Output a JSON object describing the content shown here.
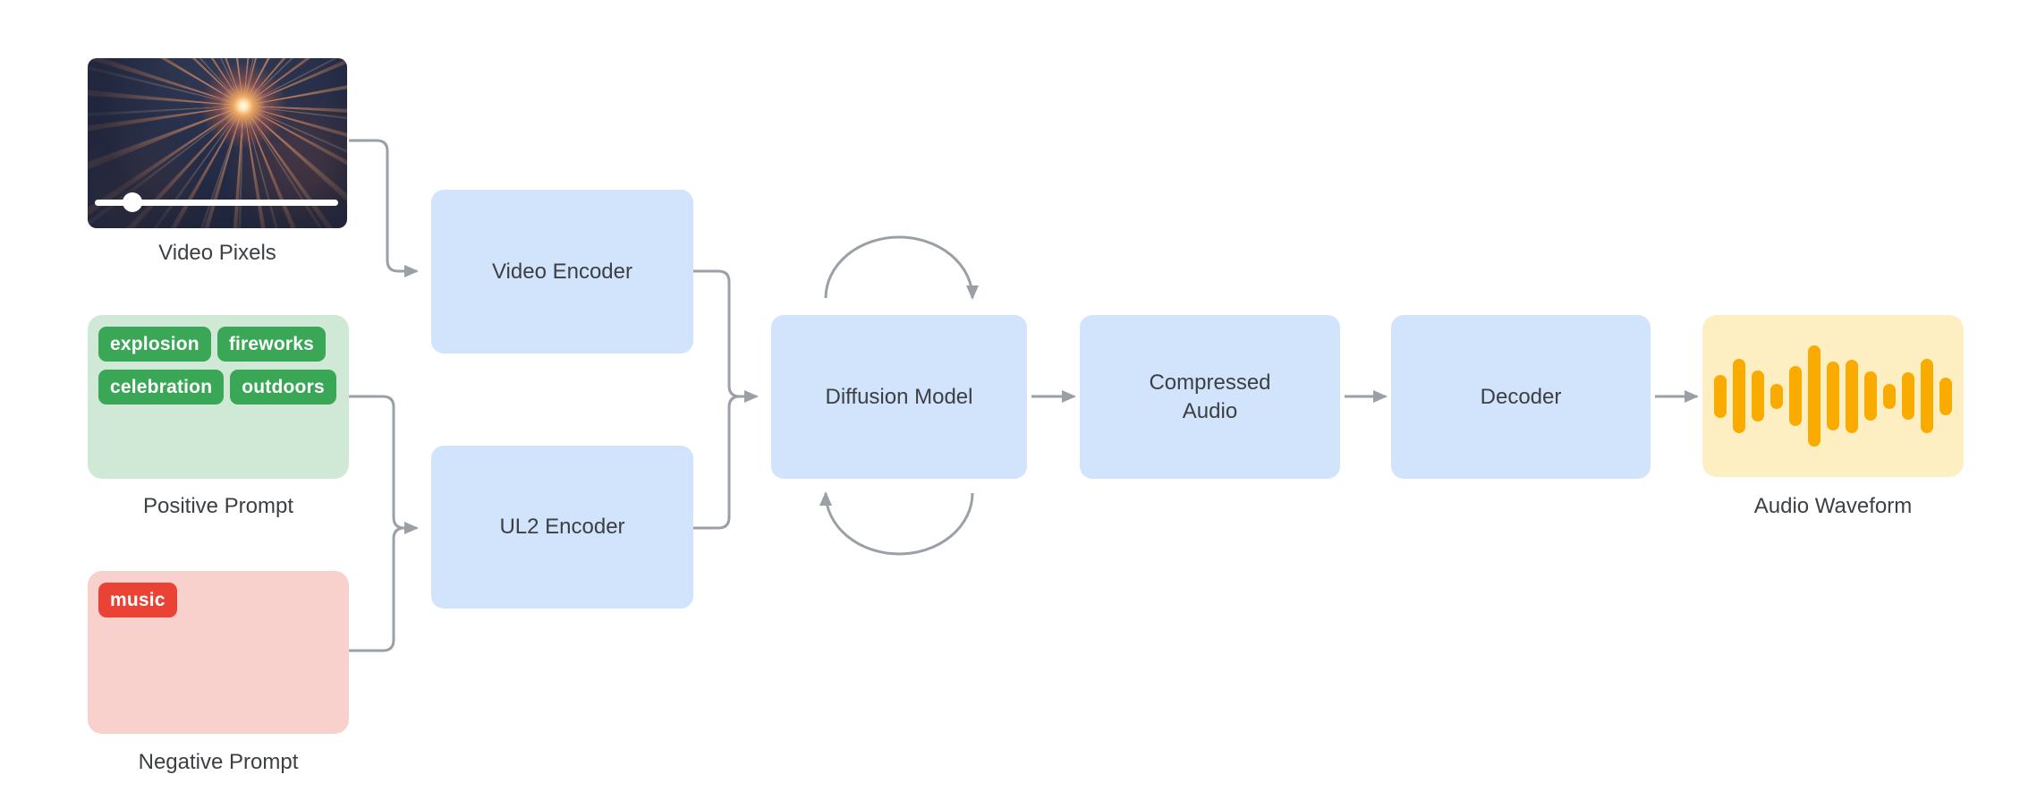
{
  "video_input": {
    "caption": "Video Pixels"
  },
  "positive_prompt": {
    "caption": "Positive Prompt",
    "tags": [
      "explosion",
      "fireworks",
      "celebration",
      "outdoors"
    ]
  },
  "negative_prompt": {
    "caption": "Negative Prompt",
    "tags": [
      "music"
    ]
  },
  "nodes": {
    "video_encoder": {
      "label": "Video Encoder"
    },
    "ul2_encoder": {
      "label": "UL2 Encoder"
    },
    "diffusion_model": {
      "label": "Diffusion Model"
    },
    "compressed_audio": {
      "label": "Compressed Audio"
    },
    "decoder": {
      "label": "Decoder"
    }
  },
  "audio_output": {
    "caption": "Audio Waveform",
    "bar_heights": [
      48,
      83,
      57,
      28,
      67,
      113,
      77,
      82,
      55,
      28,
      53,
      83,
      42
    ]
  },
  "colors": {
    "text": "#3c4043",
    "node_bg": "#d2e3fc",
    "positive_bg": "#cfe9d6",
    "positive_tag": "#3aa757",
    "negative_bg": "#f8d0cc",
    "negative_tag": "#ea4335",
    "waveform_bg": "#feefc3",
    "waveform_bar": "#f9ab00",
    "arrow": "#9aa0a6",
    "tag_text": "#ffffff"
  }
}
